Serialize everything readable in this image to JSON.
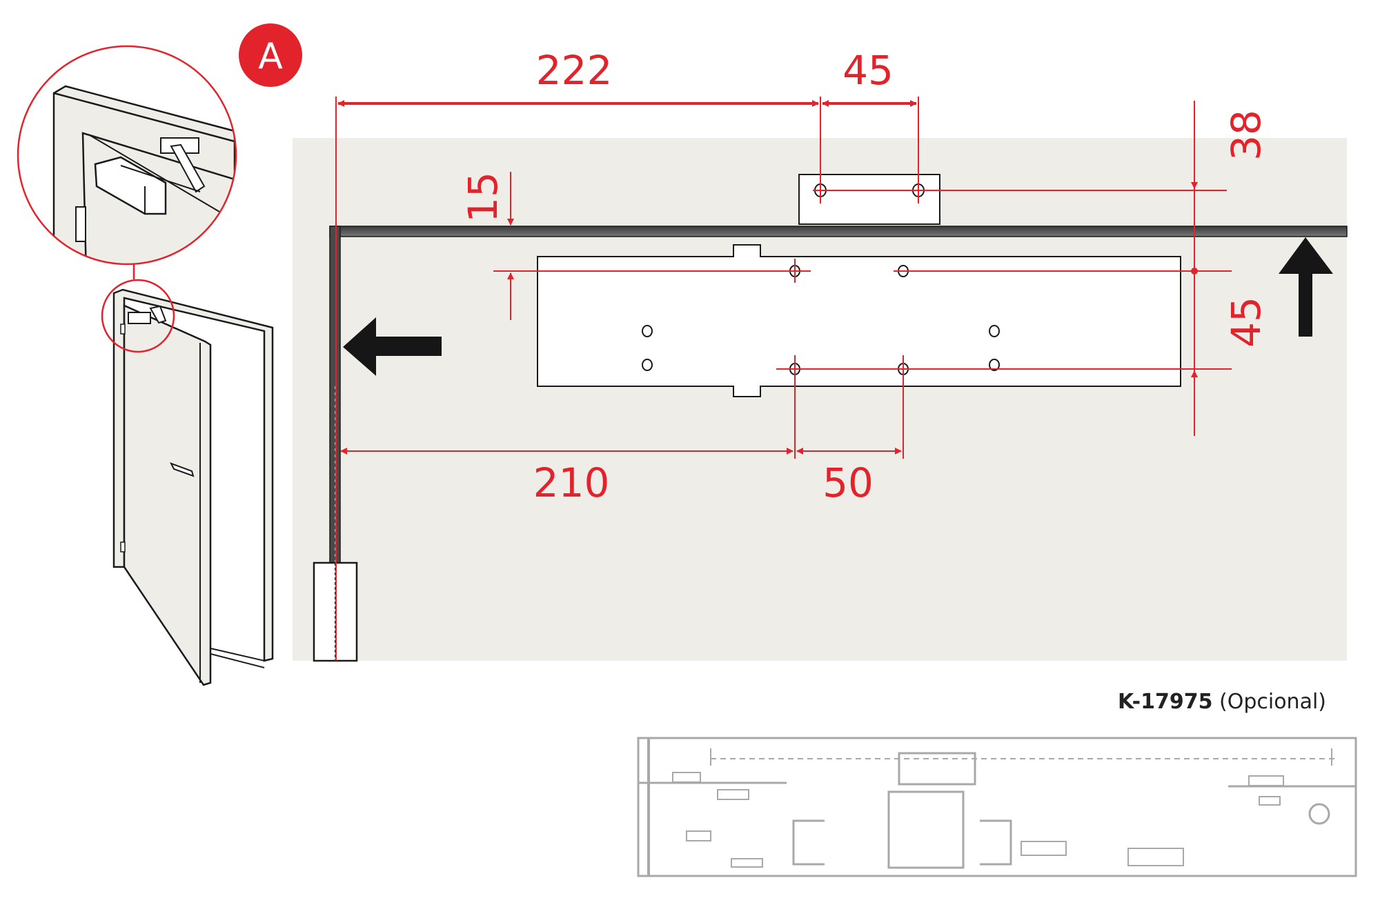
{
  "badge": {
    "label": "A",
    "color": "#e3232b"
  },
  "colors": {
    "dimension": "#e3232b",
    "wall": "#eeede8",
    "frame": "#555555",
    "outline": "#1a1a1a"
  },
  "dimensions": {
    "top_horizontal_1": "222",
    "top_horizontal_2": "45",
    "vertical_left": "15",
    "vertical_right_top": "38",
    "vertical_right_bottom": "45",
    "bottom_horizontal_1": "210",
    "bottom_horizontal_2": "50"
  },
  "direction_arrows": [
    {
      "name": "push-left-arrow",
      "direction": "left"
    },
    {
      "name": "push-up-arrow",
      "direction": "up"
    }
  ],
  "optional_part": {
    "code": "K-17975",
    "note": "(Opcional)"
  }
}
